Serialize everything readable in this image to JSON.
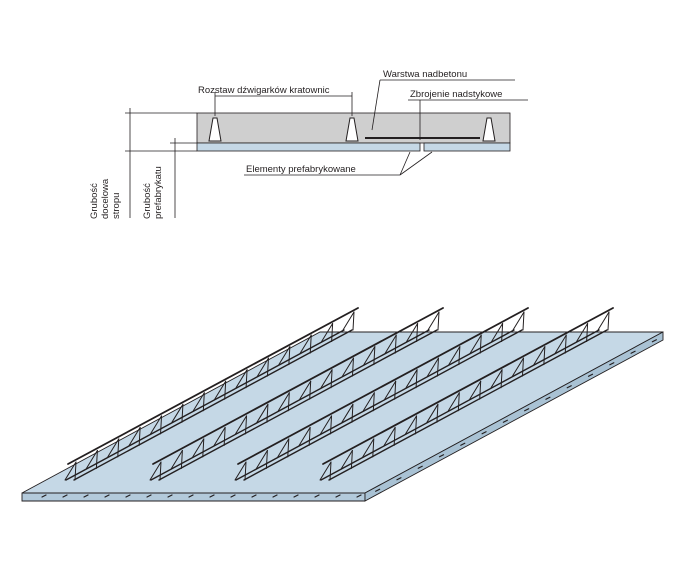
{
  "cross_section": {
    "labels": {
      "truss_spacing": "Rozstaw dźwigarków kratownic",
      "topping_layer": "Warstwa nadbetonu",
      "joint_reinforcement": "Zbrojenie nadstykowe",
      "prefab_elements": "Elementy prefabrykowane"
    },
    "thickness_labels": {
      "floor_thickness": [
        "Grubość",
        "docelowa",
        "stropu"
      ],
      "prefab_thickness": [
        "Grubość",
        "prefabrykatu"
      ]
    }
  },
  "colors": {
    "slab_blue": "#c5d8e6",
    "slab_edge": "#9db8cc",
    "topping_gray": "#cfcfcf",
    "line": "#231f20"
  }
}
